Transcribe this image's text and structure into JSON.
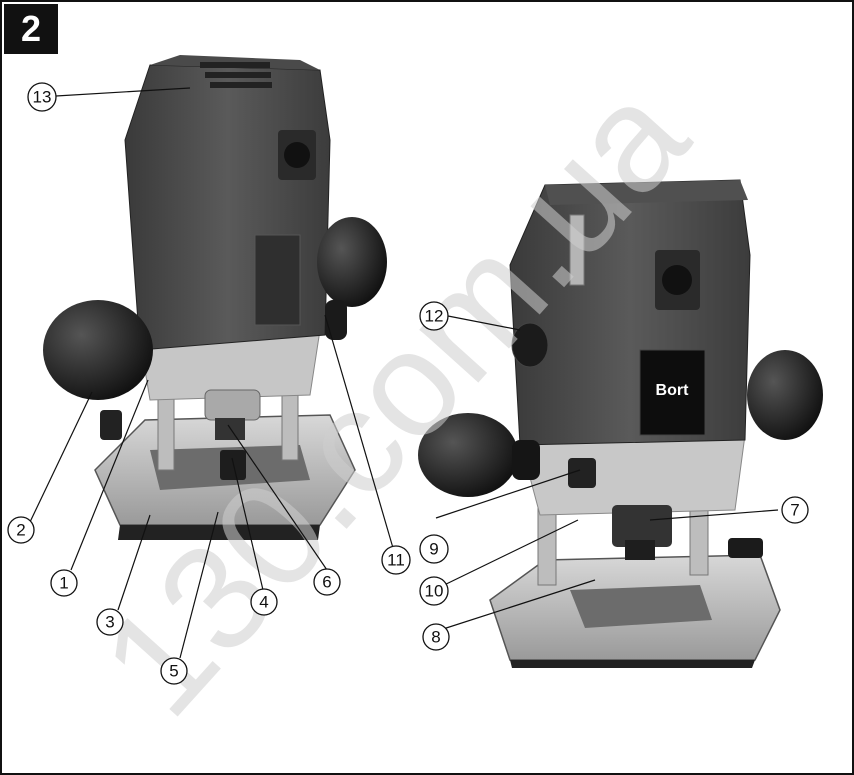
{
  "figure_number": "2",
  "watermark": "130.com.ua",
  "brand_logo": "Bort",
  "callouts": [
    "1",
    "2",
    "3",
    "4",
    "5",
    "6",
    "7",
    "8",
    "9",
    "10",
    "11",
    "12",
    "13"
  ]
}
